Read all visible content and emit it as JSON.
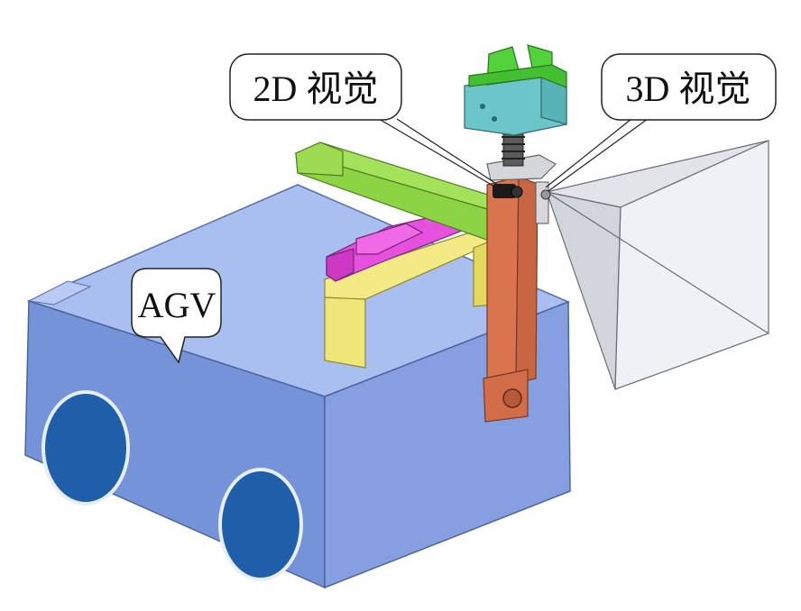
{
  "labels": {
    "agv": "AGV",
    "vision_2d": "2D 视觉",
    "vision_3d": "3D 视觉"
  },
  "colors": {
    "agv_front": "#6f8bd4",
    "agv_top": "#a9bff0",
    "agv_side": "#8aa3e2",
    "wheel": "#1f5ea8",
    "arm_green": "#8fd84a",
    "gripper_green": "#4fd13a",
    "gripper_teal": "#6cc5c8",
    "slide_magenta": "#e34fd9",
    "frame_yellow": "#ede471",
    "column_orange": "#d87252",
    "camera_cone": "#c9ccd6"
  }
}
